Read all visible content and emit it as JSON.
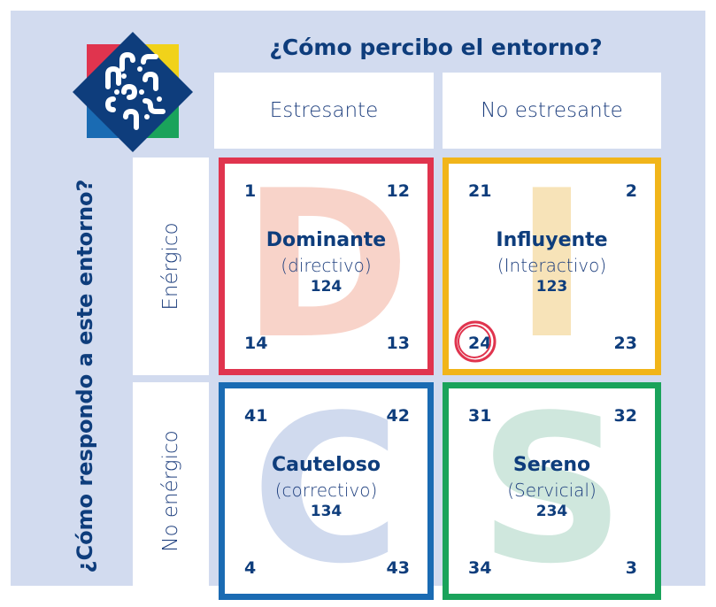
{
  "title_top": "¿Cómo percibo el entorno?",
  "title_left": "¿Cómo respondo a este entorno?",
  "columns": [
    "Estresante",
    "No estresante"
  ],
  "rows": [
    "Enérgico",
    "No enérgico"
  ],
  "quadrants": {
    "d": {
      "letter": "D",
      "name": "Dominante",
      "sub": "(directivo)",
      "code": "124",
      "tl": "1",
      "tr": "12",
      "bl": "14",
      "br": "13",
      "color": "#e0344e",
      "letter_color": "#f8d3c9"
    },
    "i": {
      "letter": "I",
      "name": "Influyente",
      "sub": "(Interactivo)",
      "code": "123",
      "tl": "21",
      "tr": "2",
      "bl": "24",
      "br": "23",
      "color": "#f1b51a",
      "letter_color": "#f7e3b8"
    },
    "c": {
      "letter": "C",
      "name": "Cauteloso",
      "sub": "(correctivo)",
      "code": "134",
      "tl": "41",
      "tr": "42",
      "bl": "4",
      "br": "43",
      "color": "#1a6bb3",
      "letter_color": "#d0daee"
    },
    "s": {
      "letter": "S",
      "name": "Sereno",
      "sub": "(Servicial)",
      "code": "234",
      "tl": "31",
      "tr": "32",
      "bl": "34",
      "br": "3",
      "color": "#1aa35b",
      "letter_color": "#cfe7dd"
    }
  },
  "highlight_color": "#e0344e"
}
